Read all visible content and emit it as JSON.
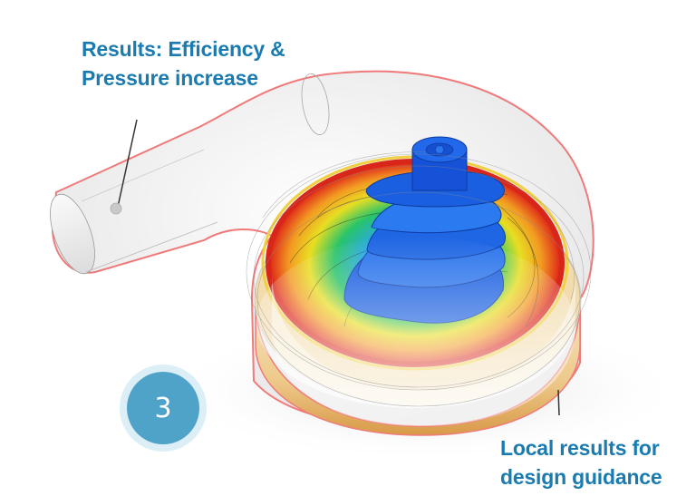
{
  "annotations": {
    "top": {
      "line1": "Results: Efficiency &",
      "line2": "Pressure increase"
    },
    "bottom": {
      "line1": "Local results for",
      "line2": "design guidance"
    }
  },
  "step_badge": {
    "number": "3"
  },
  "illustration": {
    "subject": "centrifugal-pump-cfd-simulation",
    "outline_color": "#f07a7a",
    "label_color": "#1a7bb0",
    "badge_color": "#4fa3c9",
    "badge_ring_color": "#dceef6",
    "color_scale": [
      "#0a4fd6",
      "#1e78e8",
      "#2fb8e8",
      "#22c46a",
      "#e8e020",
      "#f2a020",
      "#e0201a"
    ]
  }
}
